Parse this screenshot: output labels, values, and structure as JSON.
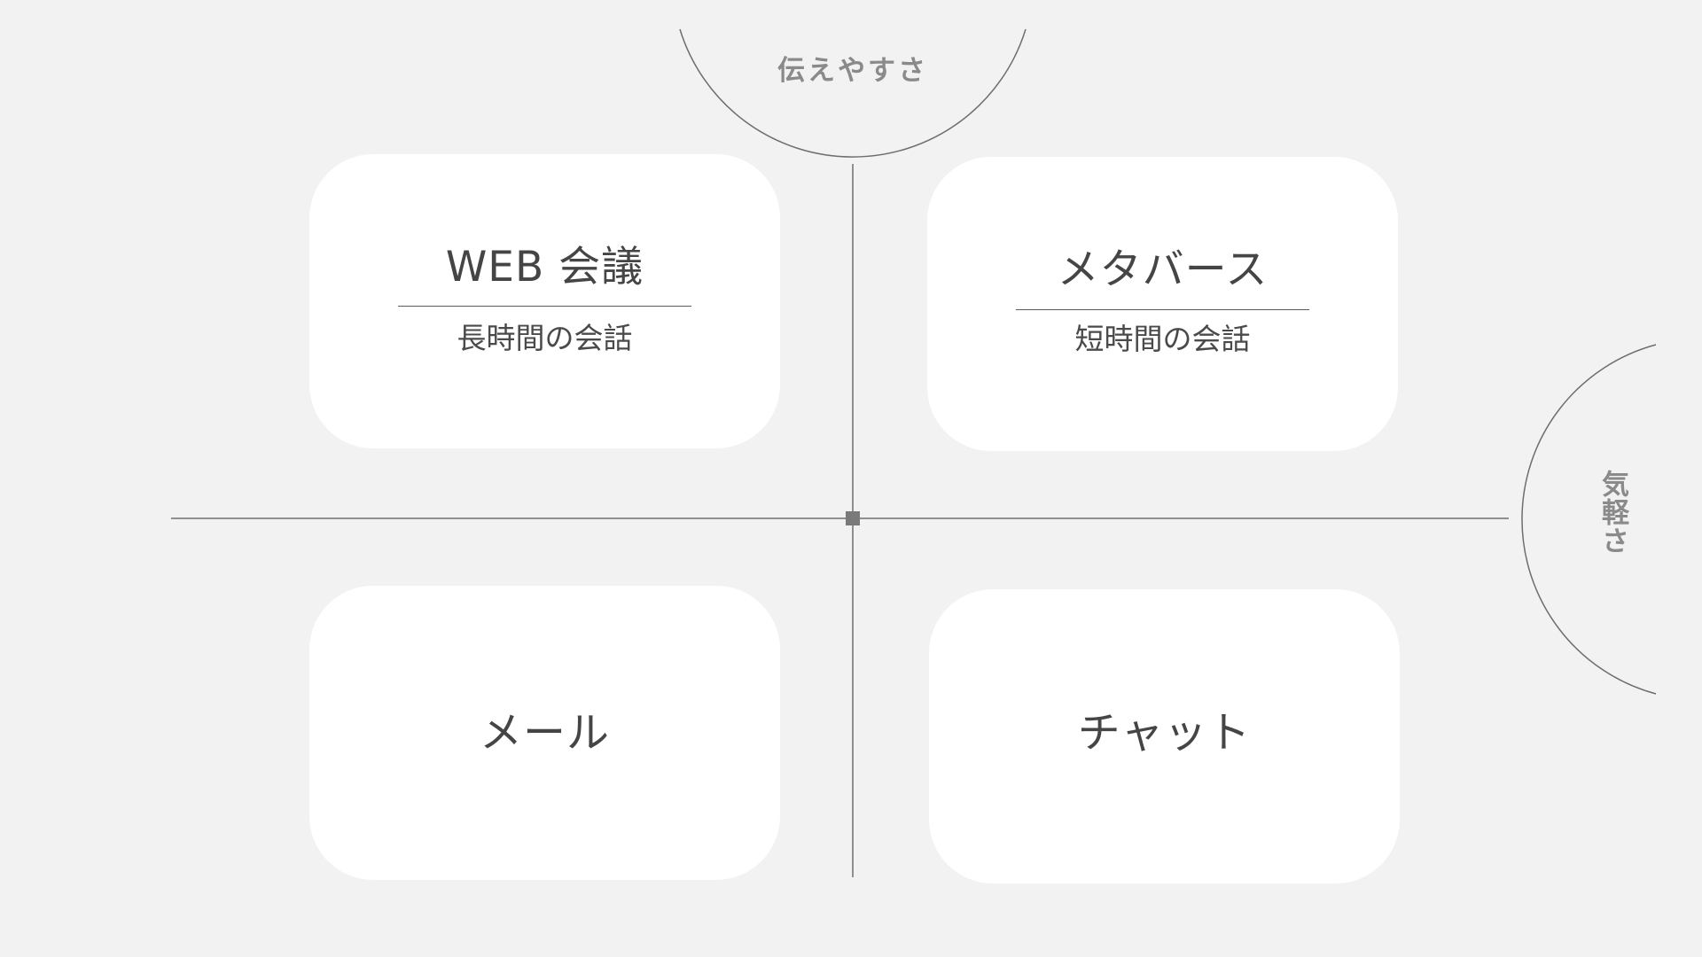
{
  "axes": {
    "vertical_label": "伝えやすさ",
    "horizontal_label": "気軽さ"
  },
  "quadrants": {
    "top_left": {
      "title": "WEB 会議",
      "subtitle": "長時間の会話"
    },
    "top_right": {
      "title": "メタバース",
      "subtitle": "短時間の会話"
    },
    "bottom_left": {
      "title": "メール"
    },
    "bottom_right": {
      "title": "チャット"
    }
  },
  "colors": {
    "background": "#f2f2f2",
    "card": "#ffffff",
    "axis": "#6e6e6e",
    "text": "#4a4a4a",
    "axis_label": "#8a8a8a"
  }
}
